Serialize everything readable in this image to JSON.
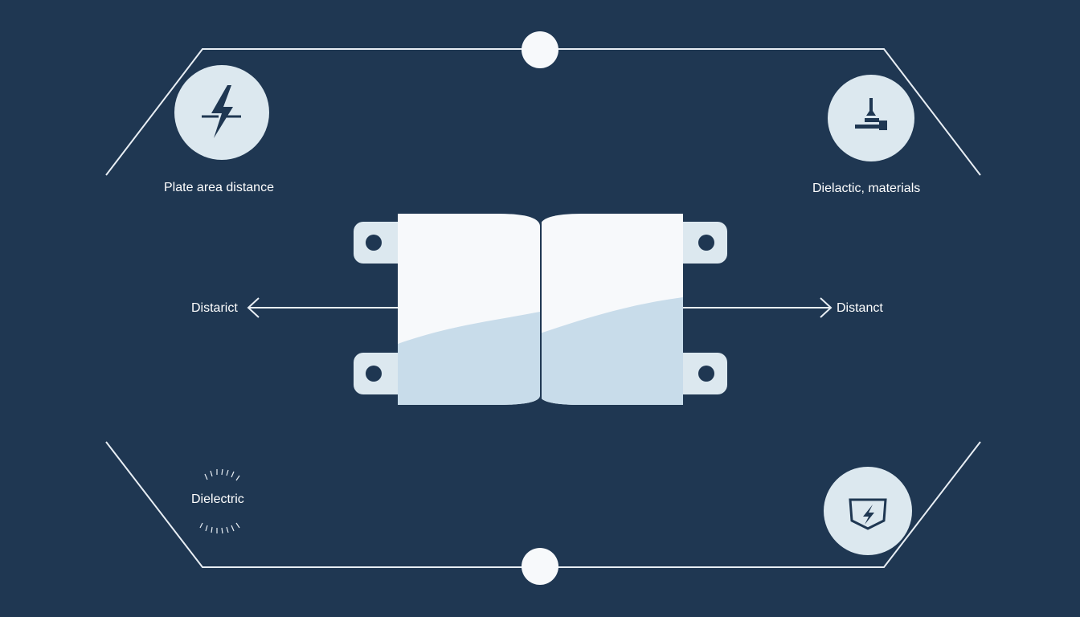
{
  "colors": {
    "background": "#1f3752",
    "line": "#e8eef4",
    "circle_fill": "#dce8ef",
    "icon": "#1f3752",
    "plate_top": "#f7f9fb",
    "plate_bottom": "#c8dcea"
  },
  "labels": {
    "top_left": "Plate area distance",
    "top_right": "Dielactic, materials",
    "middle_left": "Distarict",
    "middle_right": "Distanct",
    "bottom_left": "Dielectric"
  },
  "icons": {
    "top_left": "lightning-bolt-icon",
    "top_right": "soldering-iron-icon",
    "bottom_left": "dielectric-burst-icon",
    "bottom_right": "shield-lightning-icon"
  }
}
